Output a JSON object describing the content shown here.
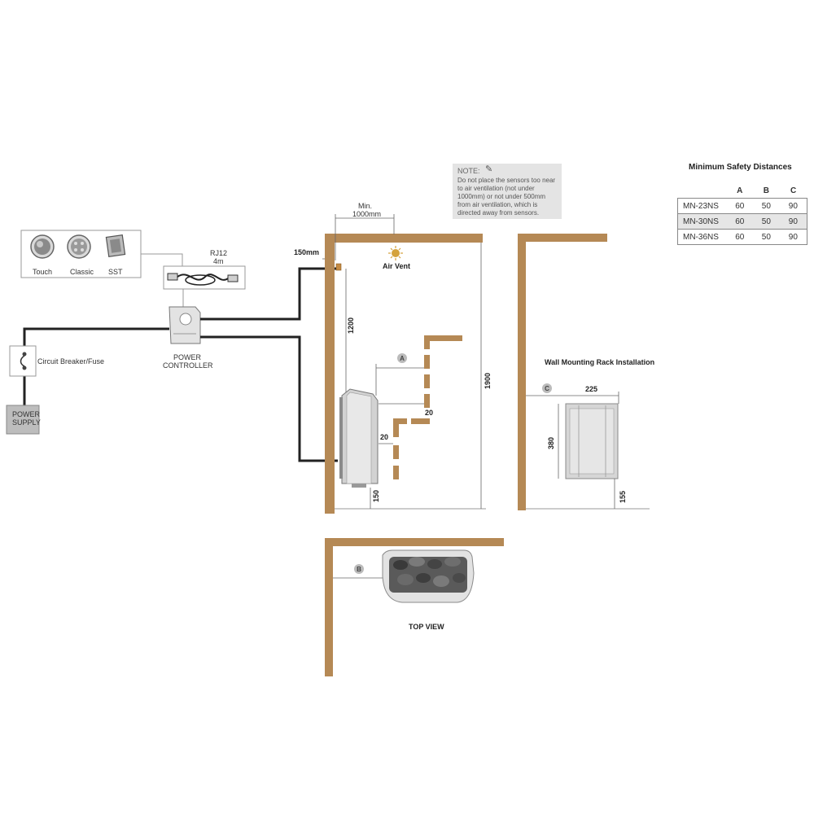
{
  "note": {
    "title": "NOTE:",
    "text": "Do not place the sensors too near to air ventilation (not under 1000mm) or not under 500mm from air ventilation, which is directed away from sensors."
  },
  "table": {
    "title": "Minimum Safety Distances",
    "columns": [
      "",
      "A",
      "B",
      "C"
    ],
    "rows": [
      {
        "model": "MN-23NS",
        "a": "60",
        "b": "50",
        "c": "90"
      },
      {
        "model": "MN-30NS",
        "a": "60",
        "b": "50",
        "c": "90"
      },
      {
        "model": "MN-36NS",
        "a": "60",
        "b": "50",
        "c": "90"
      }
    ]
  },
  "controls": {
    "touch": "Touch",
    "classic": "Classic",
    "sst": "SST"
  },
  "cable": {
    "name": "RJ12",
    "length": "4m"
  },
  "labels": {
    "power_controller": [
      "POWER",
      "CONTROLLER"
    ],
    "circuit_breaker": "Circuit Breaker/Fuse",
    "power_supply": [
      "POWER",
      "SUPPLY"
    ],
    "air_vent": "Air Vent",
    "wall_mount": "Wall Mounting Rack Installation",
    "top_view": "TOP VIEW"
  },
  "dimensions": {
    "min_label": "Min.",
    "min_value": "1000mm",
    "d150mm": "150mm",
    "d1200": "1200",
    "d1900": "1900",
    "d20_right": "20",
    "d20_left": "20",
    "d150": "150",
    "d225": "225",
    "d380": "380",
    "d155": "155",
    "marker_a": "A",
    "marker_b": "B",
    "marker_c": "C"
  },
  "colors": {
    "wall": "#b58955",
    "cable": "#222222",
    "marker": "#bbbbbb",
    "vent": "#d4a23c"
  }
}
